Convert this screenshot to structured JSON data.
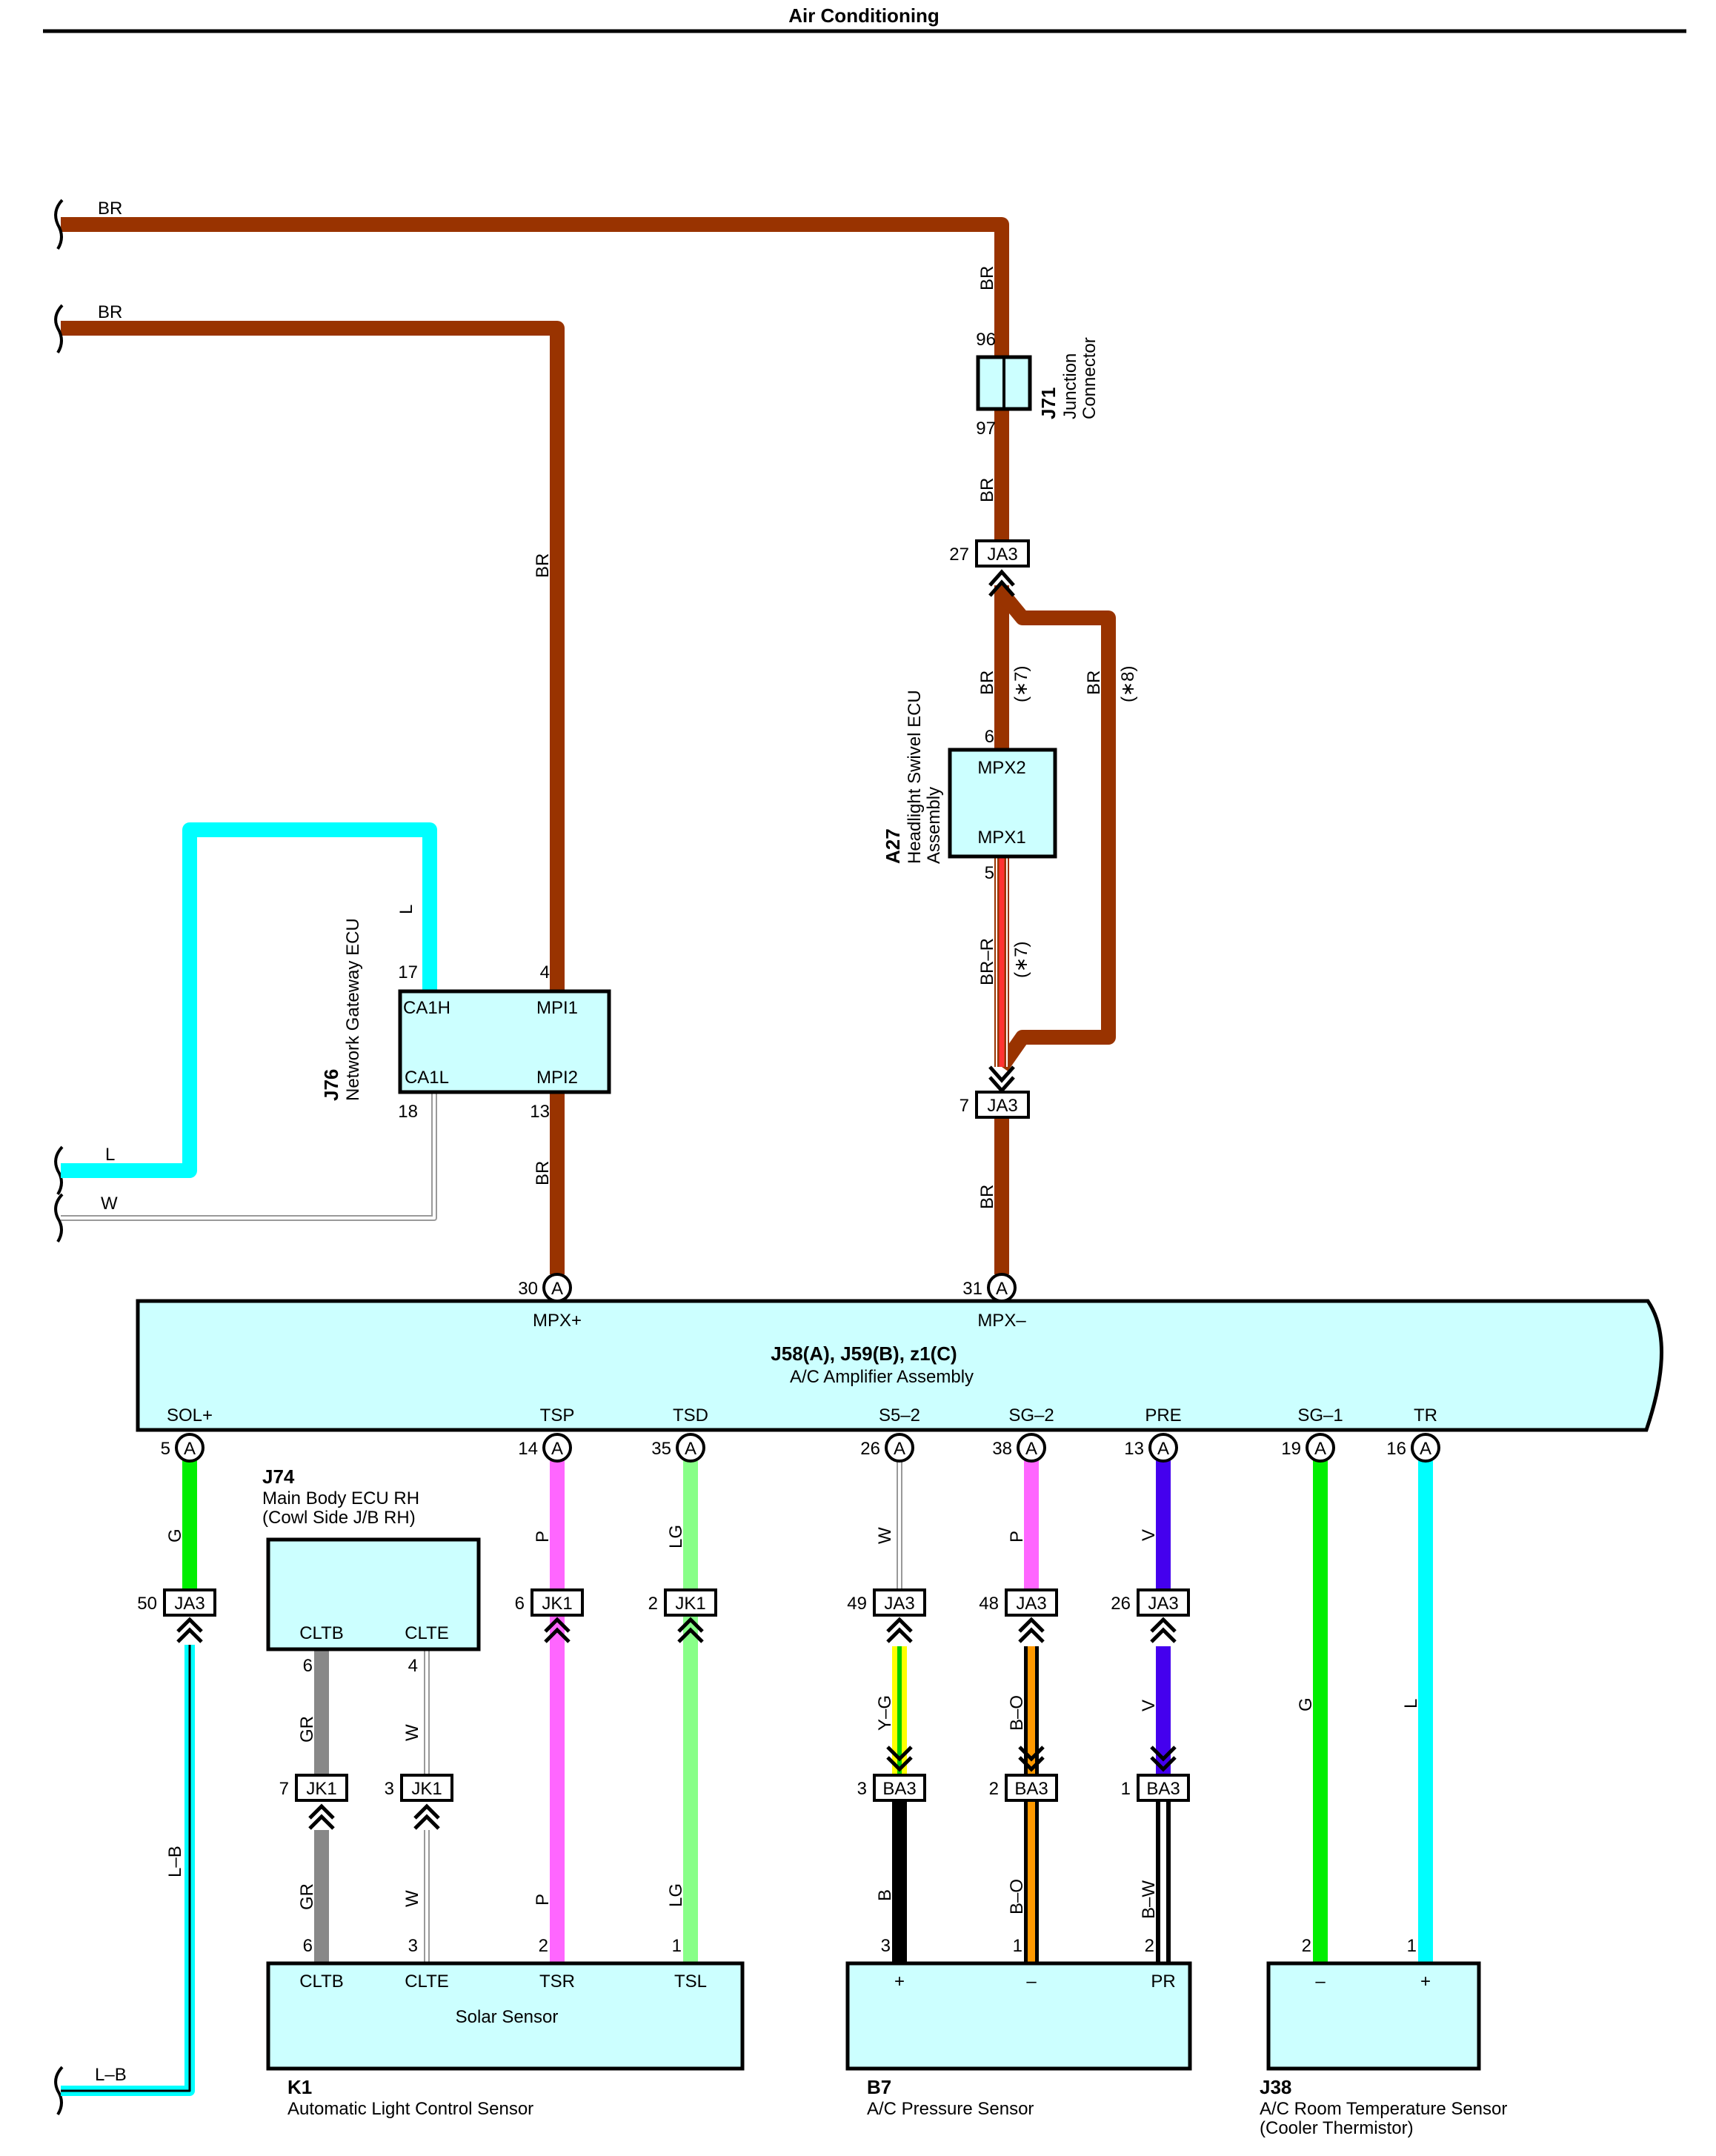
{
  "title": "Air Conditioning",
  "colors": {
    "BR": "#993300",
    "L": "#00ffff",
    "W": "#ffffff",
    "G": "#00ee00",
    "P": "#ff66ff",
    "LG": "#88ff88",
    "V": "#4400ee",
    "GR": "#888888",
    "B": "#000000",
    "Y": "#ffff00",
    "O": "#ff9900",
    "R": "#ff3333",
    "box_fill": "#ccffff"
  },
  "left_wires": {
    "br1": "BR",
    "br2": "BR",
    "l": "L",
    "w": "W",
    "lb": "L–B"
  },
  "amplifier": {
    "ids": "J58(A), J59(B), z1(C)",
    "name": "A/C Amplifier Assembly",
    "top_pins": [
      {
        "num": "30",
        "conn": "A",
        "name": "MPX+"
      },
      {
        "num": "31",
        "conn": "A",
        "name": "MPX–"
      }
    ],
    "bottom_pins": [
      {
        "num": "5",
        "conn": "A",
        "name": "SOL+"
      },
      {
        "num": "14",
        "conn": "A",
        "name": "TSP"
      },
      {
        "num": "35",
        "conn": "A",
        "name": "TSD"
      },
      {
        "num": "26",
        "conn": "A",
        "name": "S5–2"
      },
      {
        "num": "38",
        "conn": "A",
        "name": "SG–2"
      },
      {
        "num": "13",
        "conn": "A",
        "name": "PRE"
      },
      {
        "num": "19",
        "conn": "A",
        "name": "SG–1"
      },
      {
        "num": "16",
        "conn": "A",
        "name": "TR"
      }
    ]
  },
  "j76": {
    "id": "J76",
    "name": "Network Gateway ECU",
    "pins": {
      "ca1h": "CA1H",
      "mpi1": "MPI1",
      "ca1l": "CA1L",
      "mpi2": "MPI2"
    },
    "nums": {
      "ca1h": "17",
      "mpi1": "4",
      "ca1l": "18",
      "mpi2": "13"
    },
    "wire_l": "L",
    "wire_br_up": "BR",
    "wire_br_down": "BR"
  },
  "j71": {
    "id": "J71",
    "name1": "Junction",
    "name2": "Connector",
    "pin_top": "96",
    "pin_bottom": "97",
    "wire_top": "BR",
    "wire_bottom": "BR"
  },
  "ja3_27": {
    "num": "27",
    "label": "JA3"
  },
  "ja3_7": {
    "num": "7",
    "label": "JA3",
    "wire_below": "BR"
  },
  "a27": {
    "id": "A27",
    "name1": "Headlight Swivel ECU",
    "name2": "Assembly",
    "pin1": "MPX2",
    "pin2": "MPX1",
    "num1": "6",
    "num2": "5",
    "wire_in": "BR",
    "note_in": "(∗7)",
    "wire_out": "BR–R",
    "note_out": "(∗7)",
    "bypass_wire": "BR",
    "bypass_note": "(∗8)"
  },
  "j74": {
    "id": "J74",
    "name1": "Main Body ECU RH",
    "name2": "(Cowl Side J/B RH)",
    "pin1": "CLTB",
    "pin2": "CLTE",
    "num1": "6",
    "num2": "4"
  },
  "inline_connectors": [
    {
      "num": "50",
      "label": "JA3"
    },
    {
      "num": "7",
      "label": "JK1"
    },
    {
      "num": "3",
      "label": "JK1"
    },
    {
      "num": "6",
      "label": "JK1"
    },
    {
      "num": "2",
      "label": "JK1"
    },
    {
      "num": "49",
      "label": "JA3"
    },
    {
      "num": "48",
      "label": "JA3"
    },
    {
      "num": "26",
      "label": "JA3"
    },
    {
      "num": "3",
      "label": "BA3"
    },
    {
      "num": "2",
      "label": "BA3"
    },
    {
      "num": "1",
      "label": "BA3"
    }
  ],
  "wire_labels": {
    "sol_g": "G",
    "sol_lb": "L–B",
    "cltb_gr1": "GR",
    "cltb_gr2": "GR",
    "clte_w1": "W",
    "clte_w2": "W",
    "tsp_p1": "P",
    "tsp_p2": "P",
    "tsd_lg1": "LG",
    "tsd_lg2": "LG",
    "s5_w": "W",
    "s5_yg": "Y–G",
    "s5_b": "B",
    "sg2_p": "P",
    "sg2_bo1": "B–O",
    "sg2_bo2": "B–O",
    "pre_v1": "V",
    "pre_v2": "V",
    "pre_bw": "B–W",
    "sg1_g": "G",
    "tr_l": "L"
  },
  "k1": {
    "id": "K1",
    "name": "Automatic Light Control Sensor",
    "inner": "Solar Sensor",
    "pins": [
      "CLTB",
      "CLTE",
      "TSR",
      "TSL"
    ],
    "nums": [
      "6",
      "3",
      "2",
      "1"
    ]
  },
  "b7": {
    "id": "B7",
    "name": "A/C Pressure Sensor",
    "pins": [
      "+",
      "–",
      "PR"
    ],
    "nums": [
      "3",
      "1",
      "2"
    ]
  },
  "j38": {
    "id": "J38",
    "name1": "A/C Room Temperature Sensor",
    "name2": "(Cooler Thermistor)",
    "pins": [
      "–",
      "+"
    ],
    "nums": [
      "2",
      "1"
    ]
  }
}
